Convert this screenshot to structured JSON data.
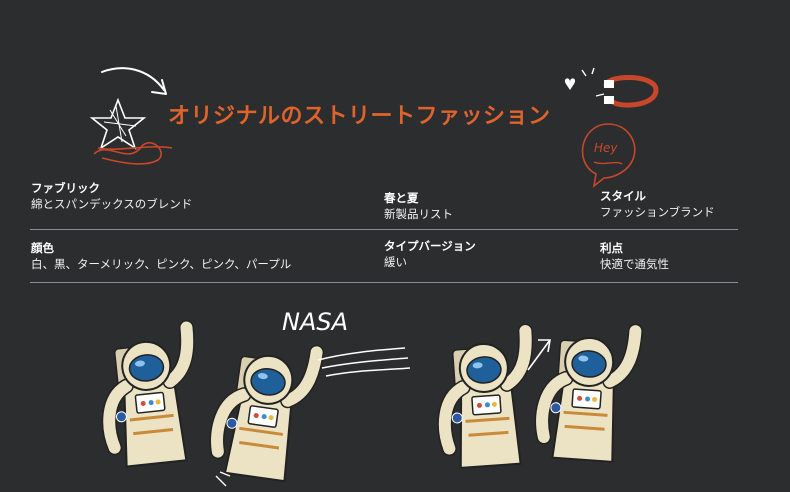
{
  "title": "オリジナルのストリートファッション",
  "specs": {
    "fabric": {
      "label": "ファブリック",
      "value": "綿とスパンデックスのブレンド"
    },
    "season": {
      "label": "春と夏",
      "value": "新製品リスト"
    },
    "style": {
      "label": "スタイル",
      "value": "ファッションブランド"
    },
    "color": {
      "label": "顔色",
      "value": "白、黒、ターメリック、ピンク、ピンク、パープル"
    },
    "type": {
      "label": "タイプバージョン",
      "value": "緩い"
    },
    "benefit": {
      "label": "利点",
      "value": "快適で通気性"
    }
  },
  "graphic": {
    "nasa_text": "NASA",
    "bubble_text": "Hey"
  },
  "colors": {
    "background": "#2b2d2f",
    "accent": "#e0632c",
    "suit": "#ece3c4",
    "visor": "#1f5f9a"
  }
}
